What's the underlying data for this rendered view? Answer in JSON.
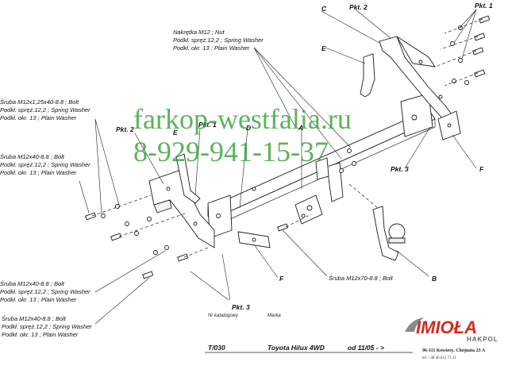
{
  "labels": {
    "nut_block": [
      "Nakrętka  M12 ; Nut",
      "Podkł. spręż.12,2 ; Spring Washer",
      "Podkł. okr. 13 ; Plain Washer"
    ],
    "bolt_block_1": [
      "Śruba M12x1,25x40-8.8 ;  Bolt",
      "Podkł. spręż.12,2 ; Spring Washer",
      "Podkł. okr. 13 ; Plain Washer"
    ],
    "bolt_block_2": [
      "Śruba M12x40-8.8 ;  Bolt",
      "Podkł. spręż.12,2 ; Spring Washer",
      "Podkł. okr. 13 ; Plain Washer"
    ],
    "bolt_block_3": [
      "Śruba M12x40-8.8 ;  Bolt",
      "Podkł. spręż.12,2 ; Spring Washer",
      "Podkł. okr. 13 ; Plain Washer"
    ],
    "bolt_block_4": [
      "Śruba M12x40-8.8 ;  Bolt",
      "Podkł. spręż.12,2 ; Spring Washer",
      "Podkł. okr. 13 ; Plain Washer"
    ],
    "bolt_m12x70": "Śruba M12x70-8.8 ;  Bolt",
    "letter_A": "A",
    "letter_B": "B",
    "letter_C": "C",
    "letter_D": "D",
    "letter_E1": "E",
    "letter_E2": "E",
    "letter_F1": "F",
    "letter_F2": "F",
    "pkt1_top": "Pkt. 1",
    "pkt2_top": "Pkt. 2",
    "pkt2_left": "Pkt. 2",
    "pkt1_mid": "Pkt. 1",
    "pkt3_right": "Pkt. 3",
    "pkt3_bottom": "Pkt. 3"
  },
  "watermark": {
    "site": "farkop-westfalia.ru",
    "phone": "8-929-941-15-37"
  },
  "footer": {
    "catalog_label": "Nr katalogowy",
    "catalog_value": "T/030",
    "brand_label": "Marka",
    "model": "Toyota Hilux 4WD",
    "date": "od 11/05 - >",
    "logo": "IMIOŁA",
    "logo_sub": "HAKPOL",
    "address": "96-111 Kowiesy, Chojnata 23 A",
    "phone": "tel. +48 46 831 73 31"
  },
  "colors": {
    "watermark": "#2e9c2e",
    "logo": "#d32a1d"
  }
}
